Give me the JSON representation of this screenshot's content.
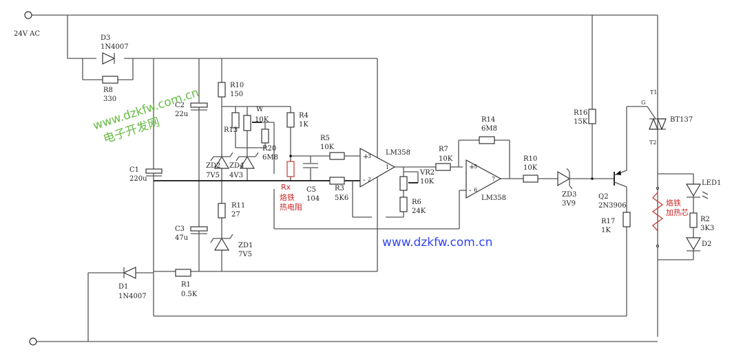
{
  "title": "Soldering iron temperature controller schematic",
  "supply": {
    "label": "24V AC"
  },
  "components": {
    "D3": {
      "ref": "D3",
      "value": "1N4007"
    },
    "R8": {
      "ref": "R8",
      "value": "330"
    },
    "C1": {
      "ref": "C1",
      "value": "220u"
    },
    "C2": {
      "ref": "C2",
      "value": "22u"
    },
    "C3": {
      "ref": "C3",
      "value": "47u"
    },
    "R10a": {
      "ref": "R10",
      "value": "150"
    },
    "R13": {
      "ref": "R13"
    },
    "W": {
      "ref": "W",
      "value": "10K"
    },
    "R20": {
      "ref": "R20",
      "value": "6M8"
    },
    "R4": {
      "ref": "R4",
      "value": "1K"
    },
    "ZD2": {
      "ref": "ZD2",
      "value": "7V5"
    },
    "ZD4": {
      "ref": "ZD4",
      "value": "4V3"
    },
    "R11": {
      "ref": "R11",
      "value": "27"
    },
    "ZD1": {
      "ref": "ZD1",
      "value": "7V5"
    },
    "D1": {
      "ref": "D1",
      "value": "1N4007"
    },
    "R1": {
      "ref": "R1",
      "value": "0.5K"
    },
    "Rx": {
      "ref": "Rx",
      "desc1": "烙铁",
      "desc2": "热电阻"
    },
    "C5": {
      "ref": "C5",
      "value": "104"
    },
    "R5": {
      "ref": "R5",
      "value": "10K"
    },
    "R3": {
      "ref": "R3",
      "value": "5K6"
    },
    "U1a": {
      "ref": "LM358",
      "pin_plus": "3",
      "pin_minus": "2",
      "pin_out": "1",
      "plus": "+",
      "minus": "-"
    },
    "VR2": {
      "ref": "VR2",
      "value": "10K"
    },
    "R6": {
      "ref": "R6",
      "value": "24K"
    },
    "R7": {
      "ref": "R7",
      "value": "10K"
    },
    "R14": {
      "ref": "R14",
      "value": "6M8"
    },
    "U1b": {
      "ref": "LM358",
      "pin_plus": "5",
      "pin_minus": "6",
      "pin_out": "7",
      "plus": "+",
      "minus": "-"
    },
    "R10b": {
      "ref": "R10",
      "value": "10K"
    },
    "ZD3": {
      "ref": "ZD3",
      "value": "3V9"
    },
    "R16": {
      "ref": "R16",
      "value": "15K"
    },
    "Q2": {
      "ref": "Q2",
      "value": "2N3906"
    },
    "R17": {
      "ref": "R17",
      "value": "1K"
    },
    "T1": {
      "ref": "BT137",
      "t1": "T1",
      "t2": "T2",
      "gate": "G"
    },
    "heater": {
      "desc1": "烙铁",
      "desc2": "加热芯"
    },
    "LED1": {
      "ref": "LED1"
    },
    "R2": {
      "ref": "R2",
      "value": "3K3"
    },
    "D2": {
      "ref": "D2"
    }
  },
  "watermarks": {
    "green_url": "www.dzkfw.com.cn",
    "green_cn": "电子开发网",
    "blue_url": "www.dzkfw.com.cn"
  }
}
